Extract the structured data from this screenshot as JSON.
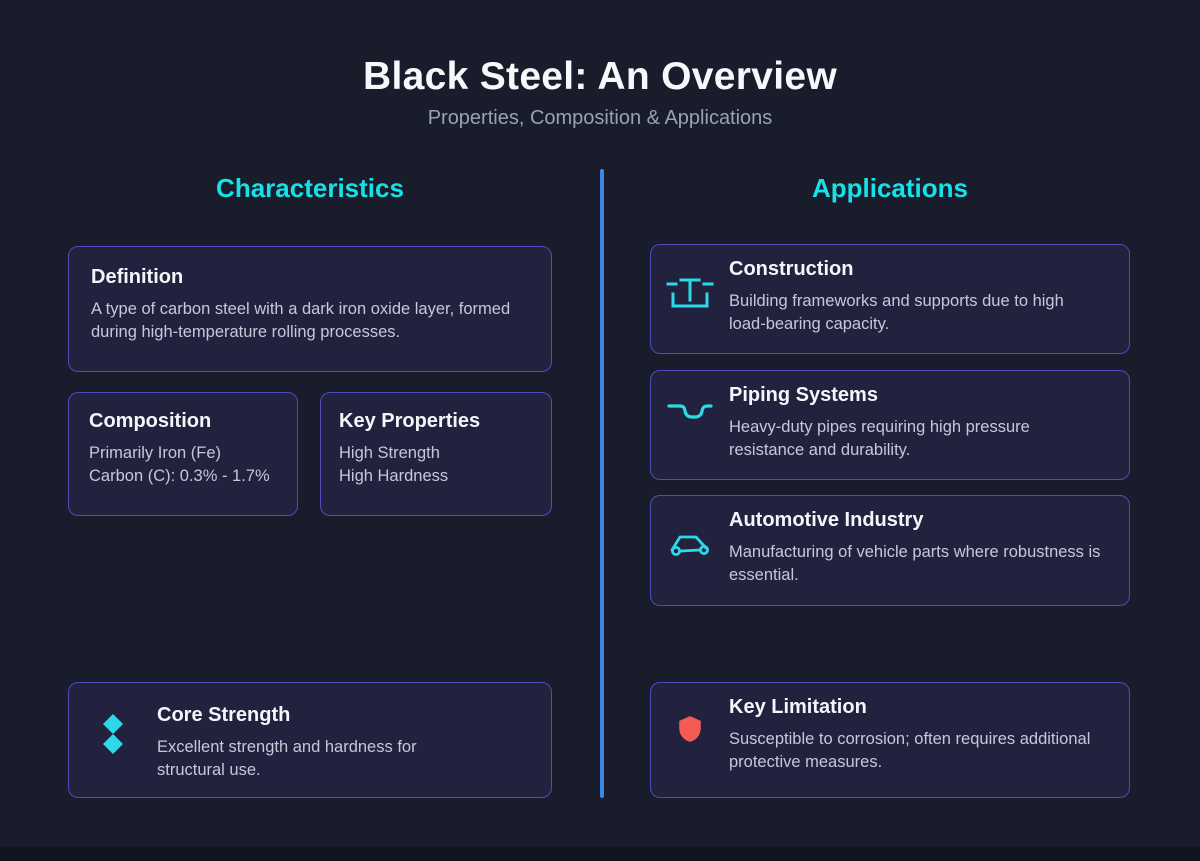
{
  "header": {
    "title": "Black Steel: An Overview",
    "subtitle": "Properties, Composition & Applications"
  },
  "colors": {
    "background": "#191c2b",
    "card_background": "#22223f",
    "card_border": "#4d4bbe",
    "accent_cyan": "#17e1e8",
    "icon_cyan": "#2bd9e9",
    "divider_blue": "#3f86e8",
    "limitation_red": "#f25c55",
    "title_white": "#f7f8fb",
    "body_gray": "#c4c9d8",
    "subtitle_gray": "#99a1b5"
  },
  "characteristics": {
    "heading": "Characteristics",
    "cards": [
      {
        "title": "Definition",
        "body": "A type of carbon steel with a dark iron oxide layer, formed during high-temperature rolling processes."
      },
      {
        "title": "Composition",
        "lines": [
          "Primarily Iron (Fe)",
          "Carbon (C): 0.3% - 1.7%"
        ]
      },
      {
        "title": "Key Properties",
        "lines": [
          "High Strength",
          "High Hardness"
        ]
      },
      {
        "title": "Core Strength",
        "icon": "strength-diamonds-icon",
        "body": "Excellent strength and hardness for structural use."
      }
    ]
  },
  "applications": {
    "heading": "Applications",
    "cards": [
      {
        "title": "Construction",
        "icon": "i-beam-icon",
        "body": "Building frameworks and supports due to high load-bearing capacity."
      },
      {
        "title": "Piping Systems",
        "icon": "pipe-icon",
        "body": "Heavy-duty pipes requiring high pressure resistance and durability."
      },
      {
        "title": "Automotive Industry",
        "icon": "car-icon",
        "body": "Manufacturing of vehicle parts where robustness is essential."
      },
      {
        "title": "Key Limitation",
        "icon": "shield-icon",
        "body": "Susceptible to corrosion; often requires additional protective measures."
      }
    ]
  }
}
